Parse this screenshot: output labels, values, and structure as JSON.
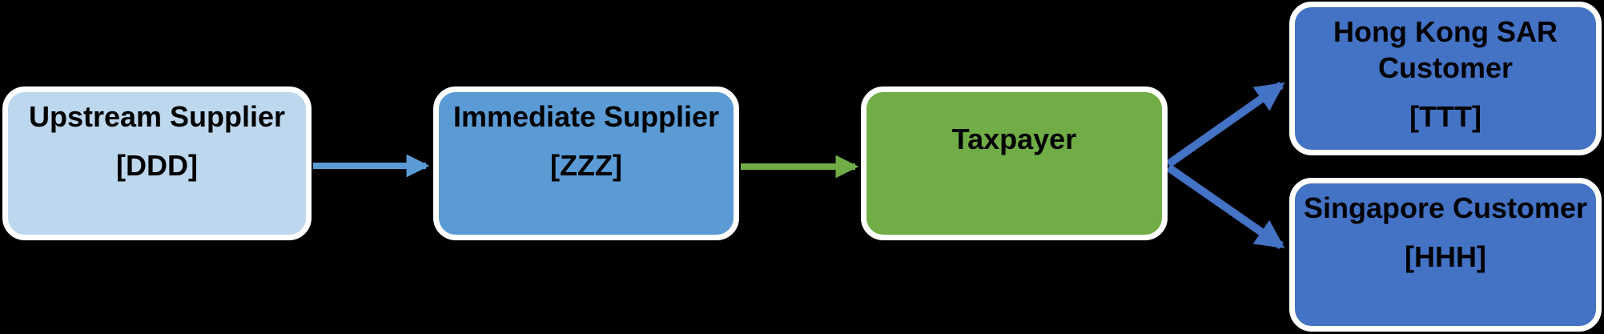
{
  "diagram": {
    "background_color": "#000000",
    "nodes": [
      {
        "title": "Upstream Supplier",
        "code": "[DDD]",
        "fill": "#BDD7EE",
        "border": "#FFFFFF",
        "text_color": "#000000"
      },
      {
        "title": "Immediate Supplier",
        "code": "[ZZZ]",
        "fill": "#5B9BD5",
        "border": "#FFFFFF",
        "text_color": "#000000"
      },
      {
        "title": "Taxpayer",
        "code": "",
        "fill": "#70AD47",
        "border": "#FFFFFF",
        "text_color": "#000000"
      },
      {
        "title": "Hong Kong SAR Customer",
        "code": "[TTT]",
        "fill": "#4472C4",
        "border": "#FFFFFF",
        "text_color": "#000000"
      },
      {
        "title": "Singapore Customer",
        "code": "[HHH]",
        "fill": "#4472C4",
        "border": "#FFFFFF",
        "text_color": "#000000"
      }
    ],
    "edges": [
      {
        "from": "Upstream Supplier",
        "to": "Immediate Supplier",
        "color": "#5B9BD5"
      },
      {
        "from": "Immediate Supplier",
        "to": "Taxpayer",
        "color": "#70AD47"
      },
      {
        "from": "Taxpayer",
        "to": "Hong Kong SAR Customer",
        "color": "#4472C4"
      },
      {
        "from": "Taxpayer",
        "to": "Singapore Customer",
        "color": "#4472C4"
      }
    ]
  }
}
